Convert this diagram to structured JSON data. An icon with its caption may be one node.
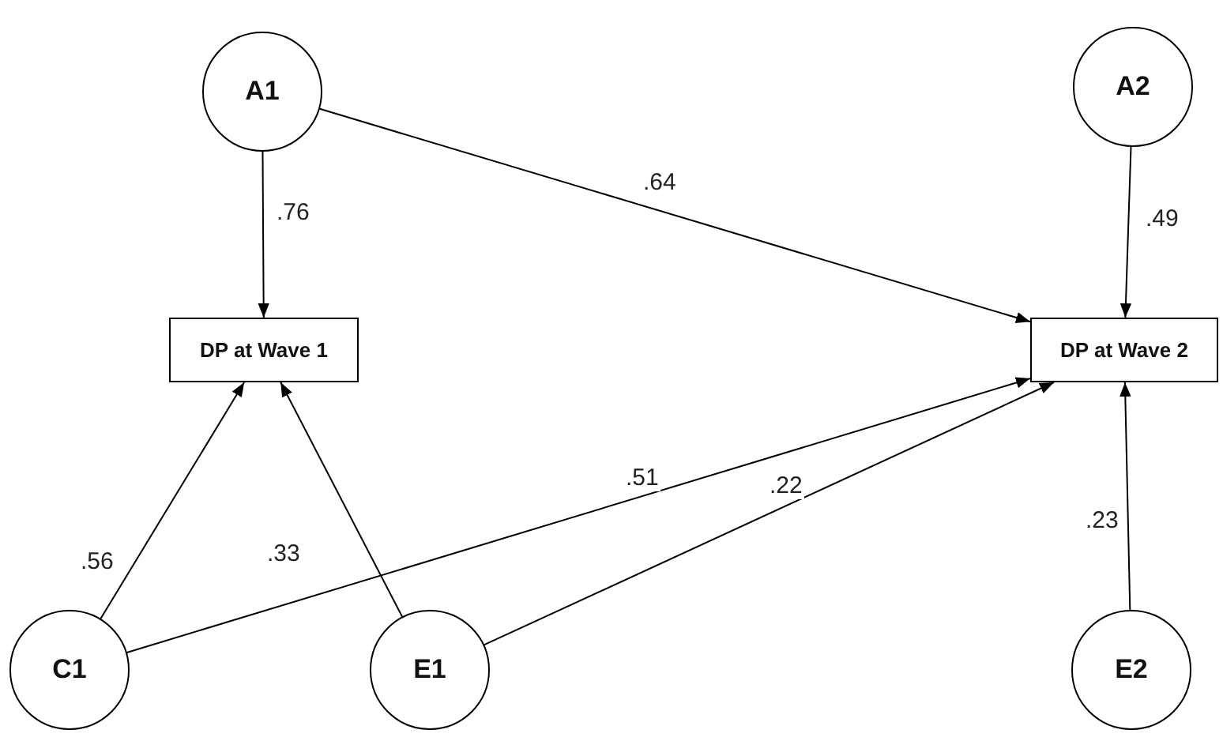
{
  "diagram": {
    "nodes": [
      {
        "text": [
          "A1"
        ]
      },
      {
        "text": [
          "A2"
        ]
      },
      {
        "text": [
          "DP at Wave 1"
        ]
      },
      {
        "text": [
          "DP at Wave 2"
        ]
      },
      {
        "text": [
          "C1"
        ]
      },
      {
        "text": [
          "E1"
        ]
      },
      {
        "text": [
          "E2"
        ]
      }
    ],
    "edges": [
      {
        "from": 0,
        "to": 2,
        "arrow": "to",
        "label": ".76"
      },
      {
        "from": 0,
        "to": 3,
        "arrow": "to",
        "label": ".64"
      },
      {
        "from": 1,
        "to": 3,
        "arrow": "to",
        "label": ".49"
      },
      {
        "from": 4,
        "to": 2,
        "arrow": "to",
        "label": ".56"
      },
      {
        "from": 5,
        "to": 2,
        "arrow": "to",
        "label": ".33"
      },
      {
        "from": 4,
        "to": 3,
        "arrow": "to",
        "label": ".51"
      },
      {
        "from": 5,
        "to": 3,
        "arrow": "to",
        "label": ".22"
      },
      {
        "from": 6,
        "to": 3,
        "arrow": "to",
        "label": ".23"
      }
    ]
  }
}
